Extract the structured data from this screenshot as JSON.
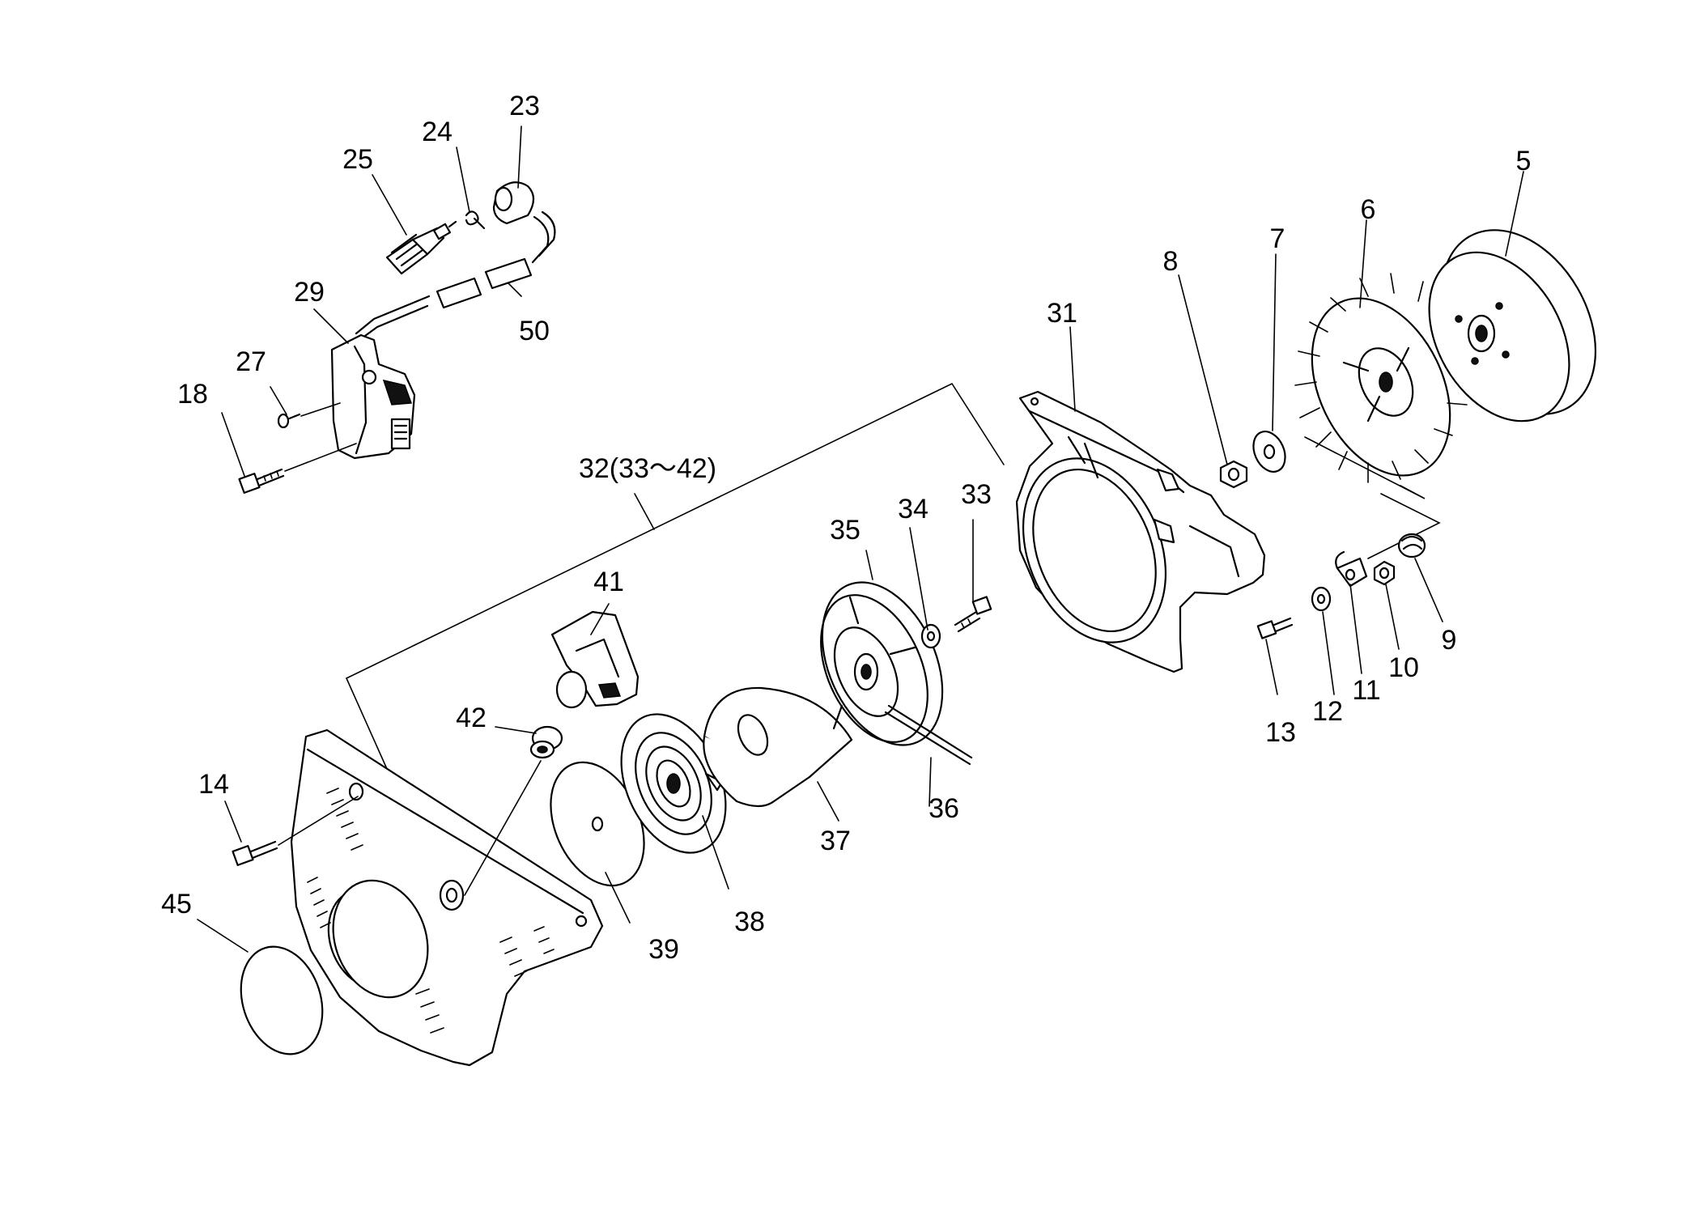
{
  "labels": {
    "p5": "5",
    "p6": "6",
    "p7": "7",
    "p8": "8",
    "p9": "9",
    "p10": "10",
    "p11": "11",
    "p12": "12",
    "p13": "13",
    "p14": "14",
    "p18": "18",
    "p23": "23",
    "p24": "24",
    "p25": "25",
    "p27": "27",
    "p29": "29",
    "p31": "31",
    "p32": "32(33～42)",
    "p33": "33",
    "p34": "34",
    "p35": "35",
    "p36": "36",
    "p37": "37",
    "p38": "38",
    "p39": "39",
    "p41": "41",
    "p42": "42",
    "p45": "45",
    "p50": "50"
  }
}
